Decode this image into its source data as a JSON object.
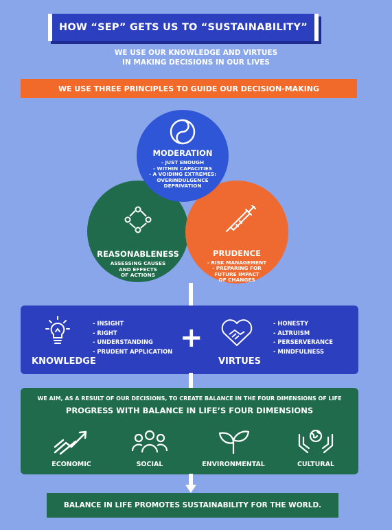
{
  "title": "HOW “SEP” GETS US TO “SUSTAINABILITY”",
  "subtitle": {
    "line1": "WE USE OUR KNOWLEDGE AND VIRTUES",
    "line2": "IN MAKING DECISIONS IN OUR LIVES"
  },
  "principles_banner": "WE USE THREE PRINCIPLES TO GUIDE OUR DECISION-MAKING",
  "colors": {
    "background": "#8aa6ea",
    "blue": "#2b3fbf",
    "moderation_blue": "#2f56d6",
    "green": "#1f6b4b",
    "orange": "#ee6a31"
  },
  "principles": {
    "moderation": {
      "title": "MODERATION",
      "icon": "yin-yang-icon",
      "lines": [
        "- JUST ENOUGH",
        "- WITHIN CAPACITIES",
        "- A VOIDING EXTREMES:",
        "OVERINDULGENCE",
        "DEPRIVATION"
      ]
    },
    "reasonableness": {
      "title": "REASONABLENESS",
      "icon": "cycle-arrows-icon",
      "lines": [
        "ASSESSING CAUSES",
        "AND EFFECTS",
        "OF ACTIONS"
      ]
    },
    "prudence": {
      "title": "PRUDENCE",
      "icon": "syringe-icon",
      "lines": [
        "- RISK MANAGEMENT",
        "- PREPARING FOR",
        "FUTURE IMPACT",
        "OF CHANGES"
      ]
    }
  },
  "knowledge": {
    "label": "KNOWLEDGE",
    "icon": "lightbulb-icon",
    "items": [
      "- INSIGHT",
      "- RIGHT",
      "- UNDERSTANDING",
      "- PRUDENT APPLICATION"
    ]
  },
  "plus_sign": "+",
  "virtues": {
    "label": "VIRTUES",
    "icon": "heart-handshake-icon",
    "items": [
      "- HONESTY",
      "- ALTRUISM",
      "- PERSERVERANCE",
      "- MINDFULNESS"
    ]
  },
  "dimensions": {
    "intro": "WE AIM, AS A RESULT OF OUR DECISIONS, TO CREATE BALANCE IN THE FOUR DIMENSIONS OF LIFE",
    "heading": "PROGRESS WITH BALANCE IN LIFE’S FOUR DIMENSIONS",
    "items": [
      {
        "label": "ECONOMIC",
        "icon": "growth-chart-icon"
      },
      {
        "label": "SOCIAL",
        "icon": "people-group-icon"
      },
      {
        "label": "ENVIRONMENTAL",
        "icon": "leaves-icon"
      },
      {
        "label": "CULTURAL",
        "icon": "hands-globe-icon"
      }
    ]
  },
  "conclusion": "BALANCE IN LIFE PROMOTES SUSTAINABILITY FOR THE WORLD."
}
